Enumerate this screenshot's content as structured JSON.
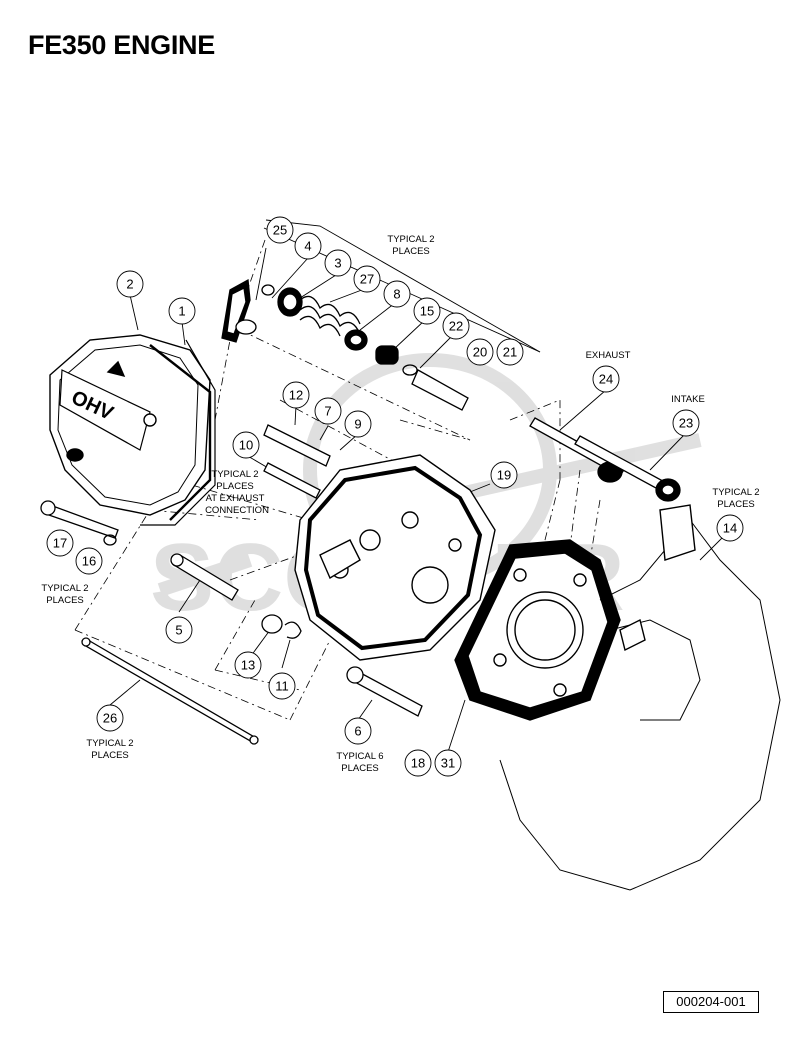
{
  "title": "FE350 ENGINE",
  "doc_ref": "000204-001",
  "notes": {
    "typical2_top": [
      "TYPICAL 2",
      "PLACES"
    ],
    "exhaust": "EXHAUST",
    "intake": "INTAKE",
    "typical2_right": [
      "TYPICAL 2",
      "PLACES"
    ],
    "typical2_exhaust": [
      "TYPICAL 2",
      "PLACES",
      "AT EXHAUST",
      "CONNECTION"
    ],
    "typical2_left": [
      "TYPICAL 2",
      "PLACES"
    ],
    "typical2_bottom": [
      "TYPICAL 2",
      "PLACES"
    ],
    "typical6": [
      "TYPICAL 6",
      "PLACES"
    ]
  },
  "parts": [
    "25",
    "4",
    "3",
    "27",
    "8",
    "15",
    "22",
    "20",
    "21",
    "2",
    "1",
    "24",
    "23",
    "12",
    "7",
    "9",
    "10",
    "19",
    "14",
    "17",
    "16",
    "5",
    "13",
    "11",
    "26",
    "6",
    "18",
    "31"
  ]
}
